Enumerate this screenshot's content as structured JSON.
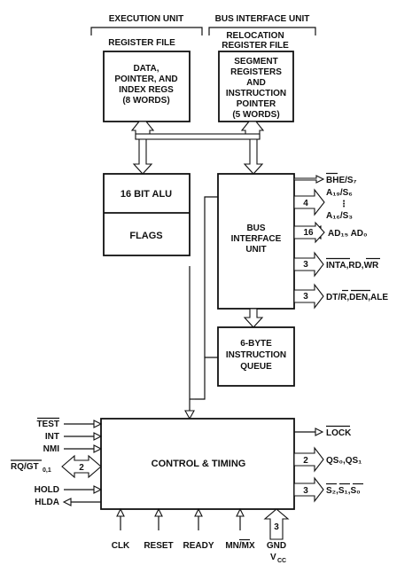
{
  "headers": {
    "execution_unit": "EXECUTION UNIT",
    "bus_interface_unit": "BUS INTERFACE UNIT"
  },
  "register_file": {
    "title": "REGISTER FILE",
    "lines": [
      "DATA,",
      "POINTER, AND",
      "INDEX REGS",
      "(8 WORDS)"
    ]
  },
  "relocation_register_file": {
    "title_lines": [
      "RELOCATION",
      "REGISTER FILE"
    ],
    "lines": [
      "SEGMENT",
      "REGISTERS",
      "AND",
      "INSTRUCTION",
      "POINTER",
      "(5 WORDS)"
    ]
  },
  "alu": {
    "label": "16 BIT ALU"
  },
  "flags": {
    "label": "FLAGS"
  },
  "bus_interface": {
    "lines": [
      "BUS",
      "INTERFACE",
      "UNIT"
    ]
  },
  "queue": {
    "lines": [
      "6-BYTE",
      "INSTRUCTION",
      "QUEUE"
    ]
  },
  "control": {
    "label": "CONTROL & TIMING"
  },
  "bus_signals": {
    "bhe": "BHE/S₇",
    "a19": "A₁₉/S₆",
    "a16": "A₁₆/S₃",
    "addr_width": "4",
    "ad": "AD₁₅ AD₀",
    "ad_width": "16",
    "inta": "INTA,RD,WR",
    "inta_width": "3",
    "dtr": "DT/R,DEN,ALE",
    "dtr_width": "3"
  },
  "control_left": {
    "test": "TEST",
    "int": "INT",
    "nmi": "NMI",
    "rqgt": "RQ/GT",
    "rqgt_sub": "0,1",
    "rqgt_width": "2",
    "hold": "HOLD",
    "hlda": "HLDA"
  },
  "control_right": {
    "lock": "LOCK",
    "qs": "QS₀,QS₁",
    "qs_width": "2",
    "s": "S₂,S₁,S₀",
    "s_width": "3"
  },
  "control_bottom": {
    "clk": "CLK",
    "reset": "RESET",
    "ready": "READY",
    "mnmx": "MN/MX",
    "gnd": "GND",
    "vcc": "V",
    "vcc_sub": "CC",
    "power_width": "3"
  }
}
